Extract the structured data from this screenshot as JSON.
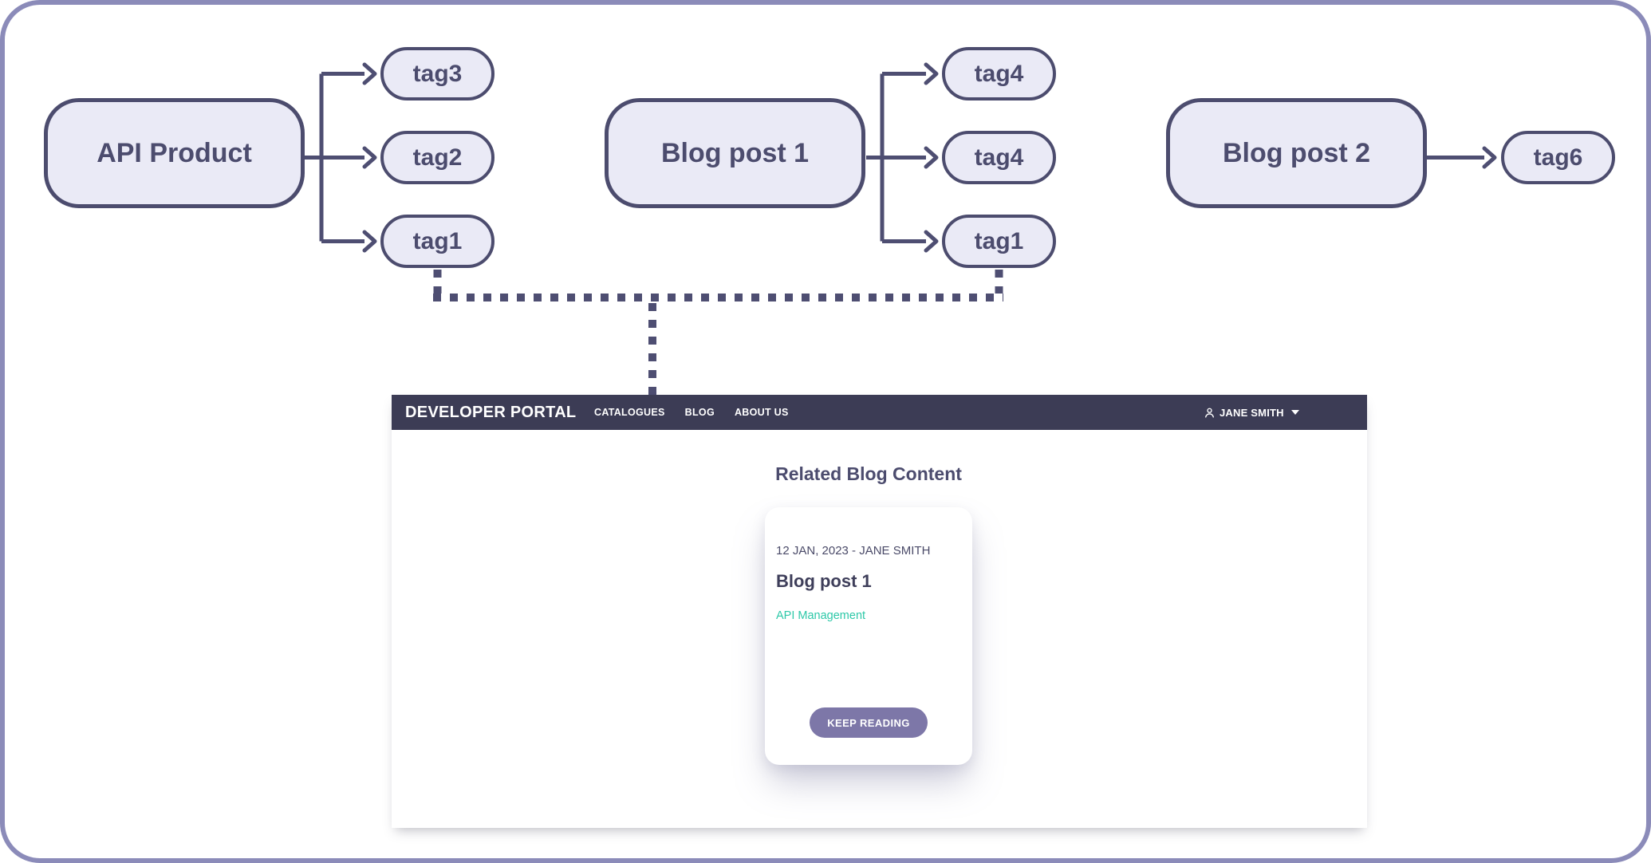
{
  "colors": {
    "canvas_border": "#8b8bb9",
    "connector": "#4e4e72",
    "slate_text": "#4c4c6e",
    "node_fill": "#eaeaf6",
    "yellow_border": "#dcb512",
    "teal_border": "#21dcb3",
    "header_bg": "#3c3c55",
    "link_teal": "#2dc8a8",
    "button_bg": "#7d77a8"
  },
  "diagram": {
    "nodes": [
      {
        "id": "api-product",
        "label": "API Product",
        "variant": "yellow",
        "tags": [
          "tag3",
          "tag2",
          "tag1"
        ]
      },
      {
        "id": "blog-post-1",
        "label": "Blog post 1",
        "variant": "teal",
        "tags": [
          "tag4",
          "tag4",
          "tag1"
        ]
      },
      {
        "id": "blog-post-2",
        "label": "Blog post 2",
        "variant": "teal",
        "tags": [
          "tag6"
        ]
      }
    ]
  },
  "portal": {
    "brand": "DEVELOPER PORTAL",
    "nav": [
      "CATALOGUES",
      "BLOG",
      "ABOUT US"
    ],
    "user": {
      "icon": "person-icon",
      "name": "JANE SMITH",
      "caret": "chevron-down-icon"
    },
    "page": {
      "heading": "Related Blog Content",
      "card": {
        "meta": "12 JAN, 2023 - JANE SMITH",
        "title": "Blog post 1",
        "tag_link": "API Management",
        "button": "KEEP READING"
      }
    }
  }
}
